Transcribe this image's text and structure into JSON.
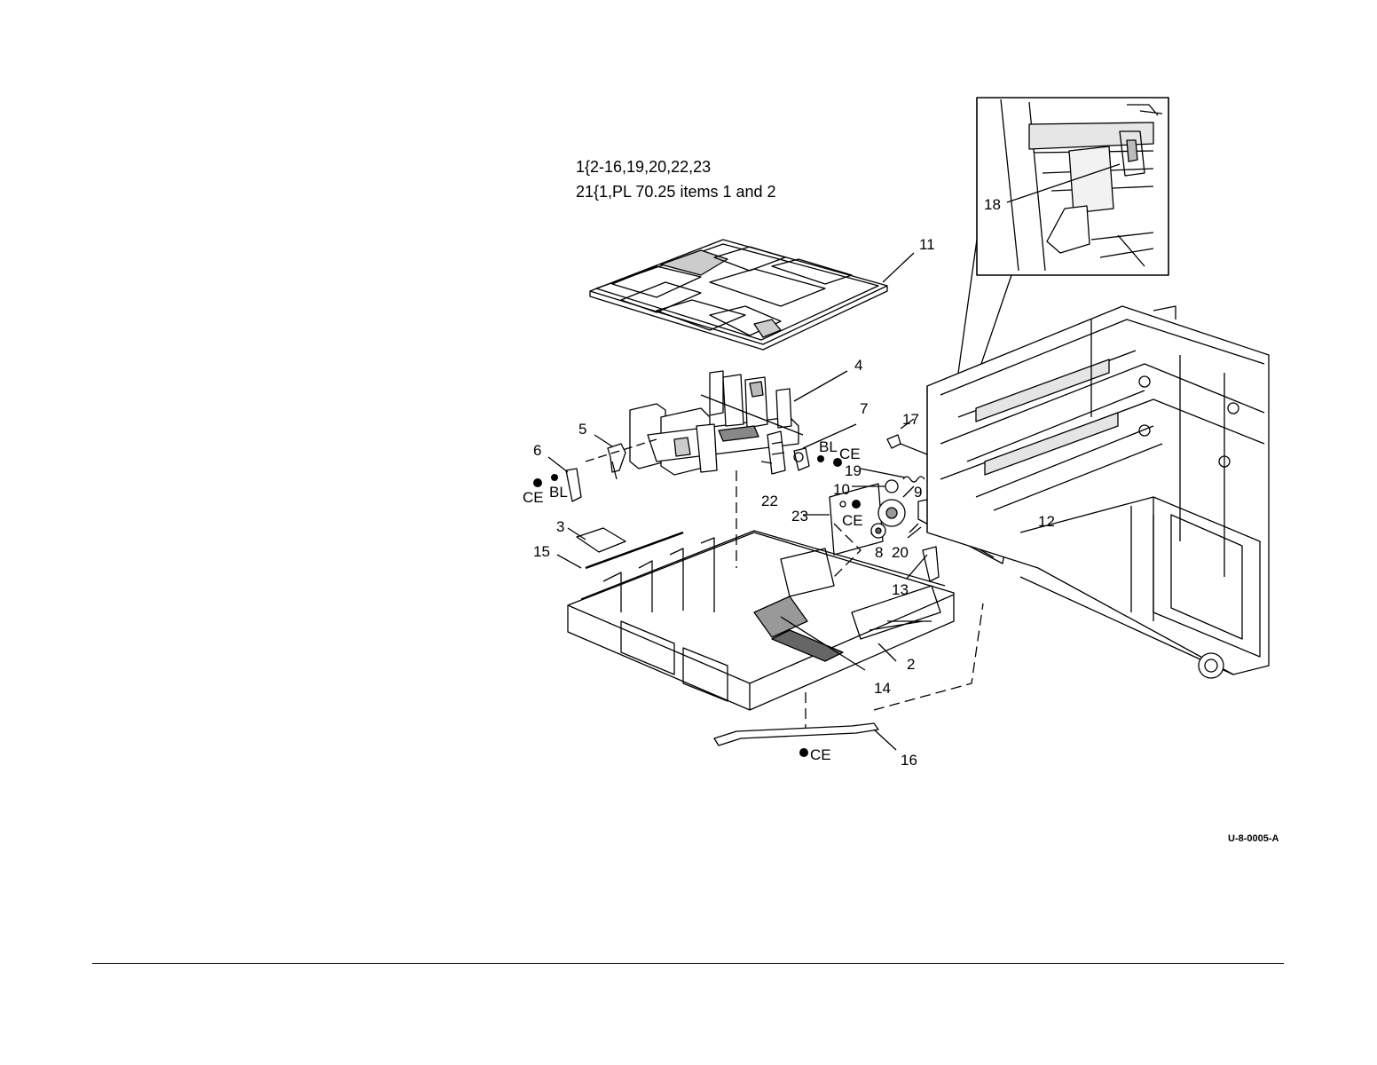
{
  "legend": {
    "line1": "1{2-16,19,20,22,23",
    "line2": "21{1,PL 70.25 items 1 and 2"
  },
  "callouts": {
    "c1": "11",
    "c2": "4",
    "c3": "7",
    "c4": "17",
    "c5": "5",
    "c6": "6",
    "c7": "19",
    "c8": "10",
    "c9": "9",
    "c10": "22",
    "c11": "23",
    "c12": "12",
    "c13": "3",
    "c14": "8",
    "c15": "20",
    "c16": "15",
    "c17": "13",
    "c18": "2",
    "c19": "14",
    "c20": "16",
    "c21": "18"
  },
  "fastener_labels": {
    "bl_left": "BL",
    "ce_left": "CE",
    "bl_right": "BL",
    "ce_right": "CE",
    "ce_mid": "CE",
    "ce_bottom": "CE"
  },
  "figure_id": "U-8-0005-A",
  "colors": {
    "ink": "#000000",
    "paper": "#ffffff",
    "shade": "#d9d9d9"
  }
}
